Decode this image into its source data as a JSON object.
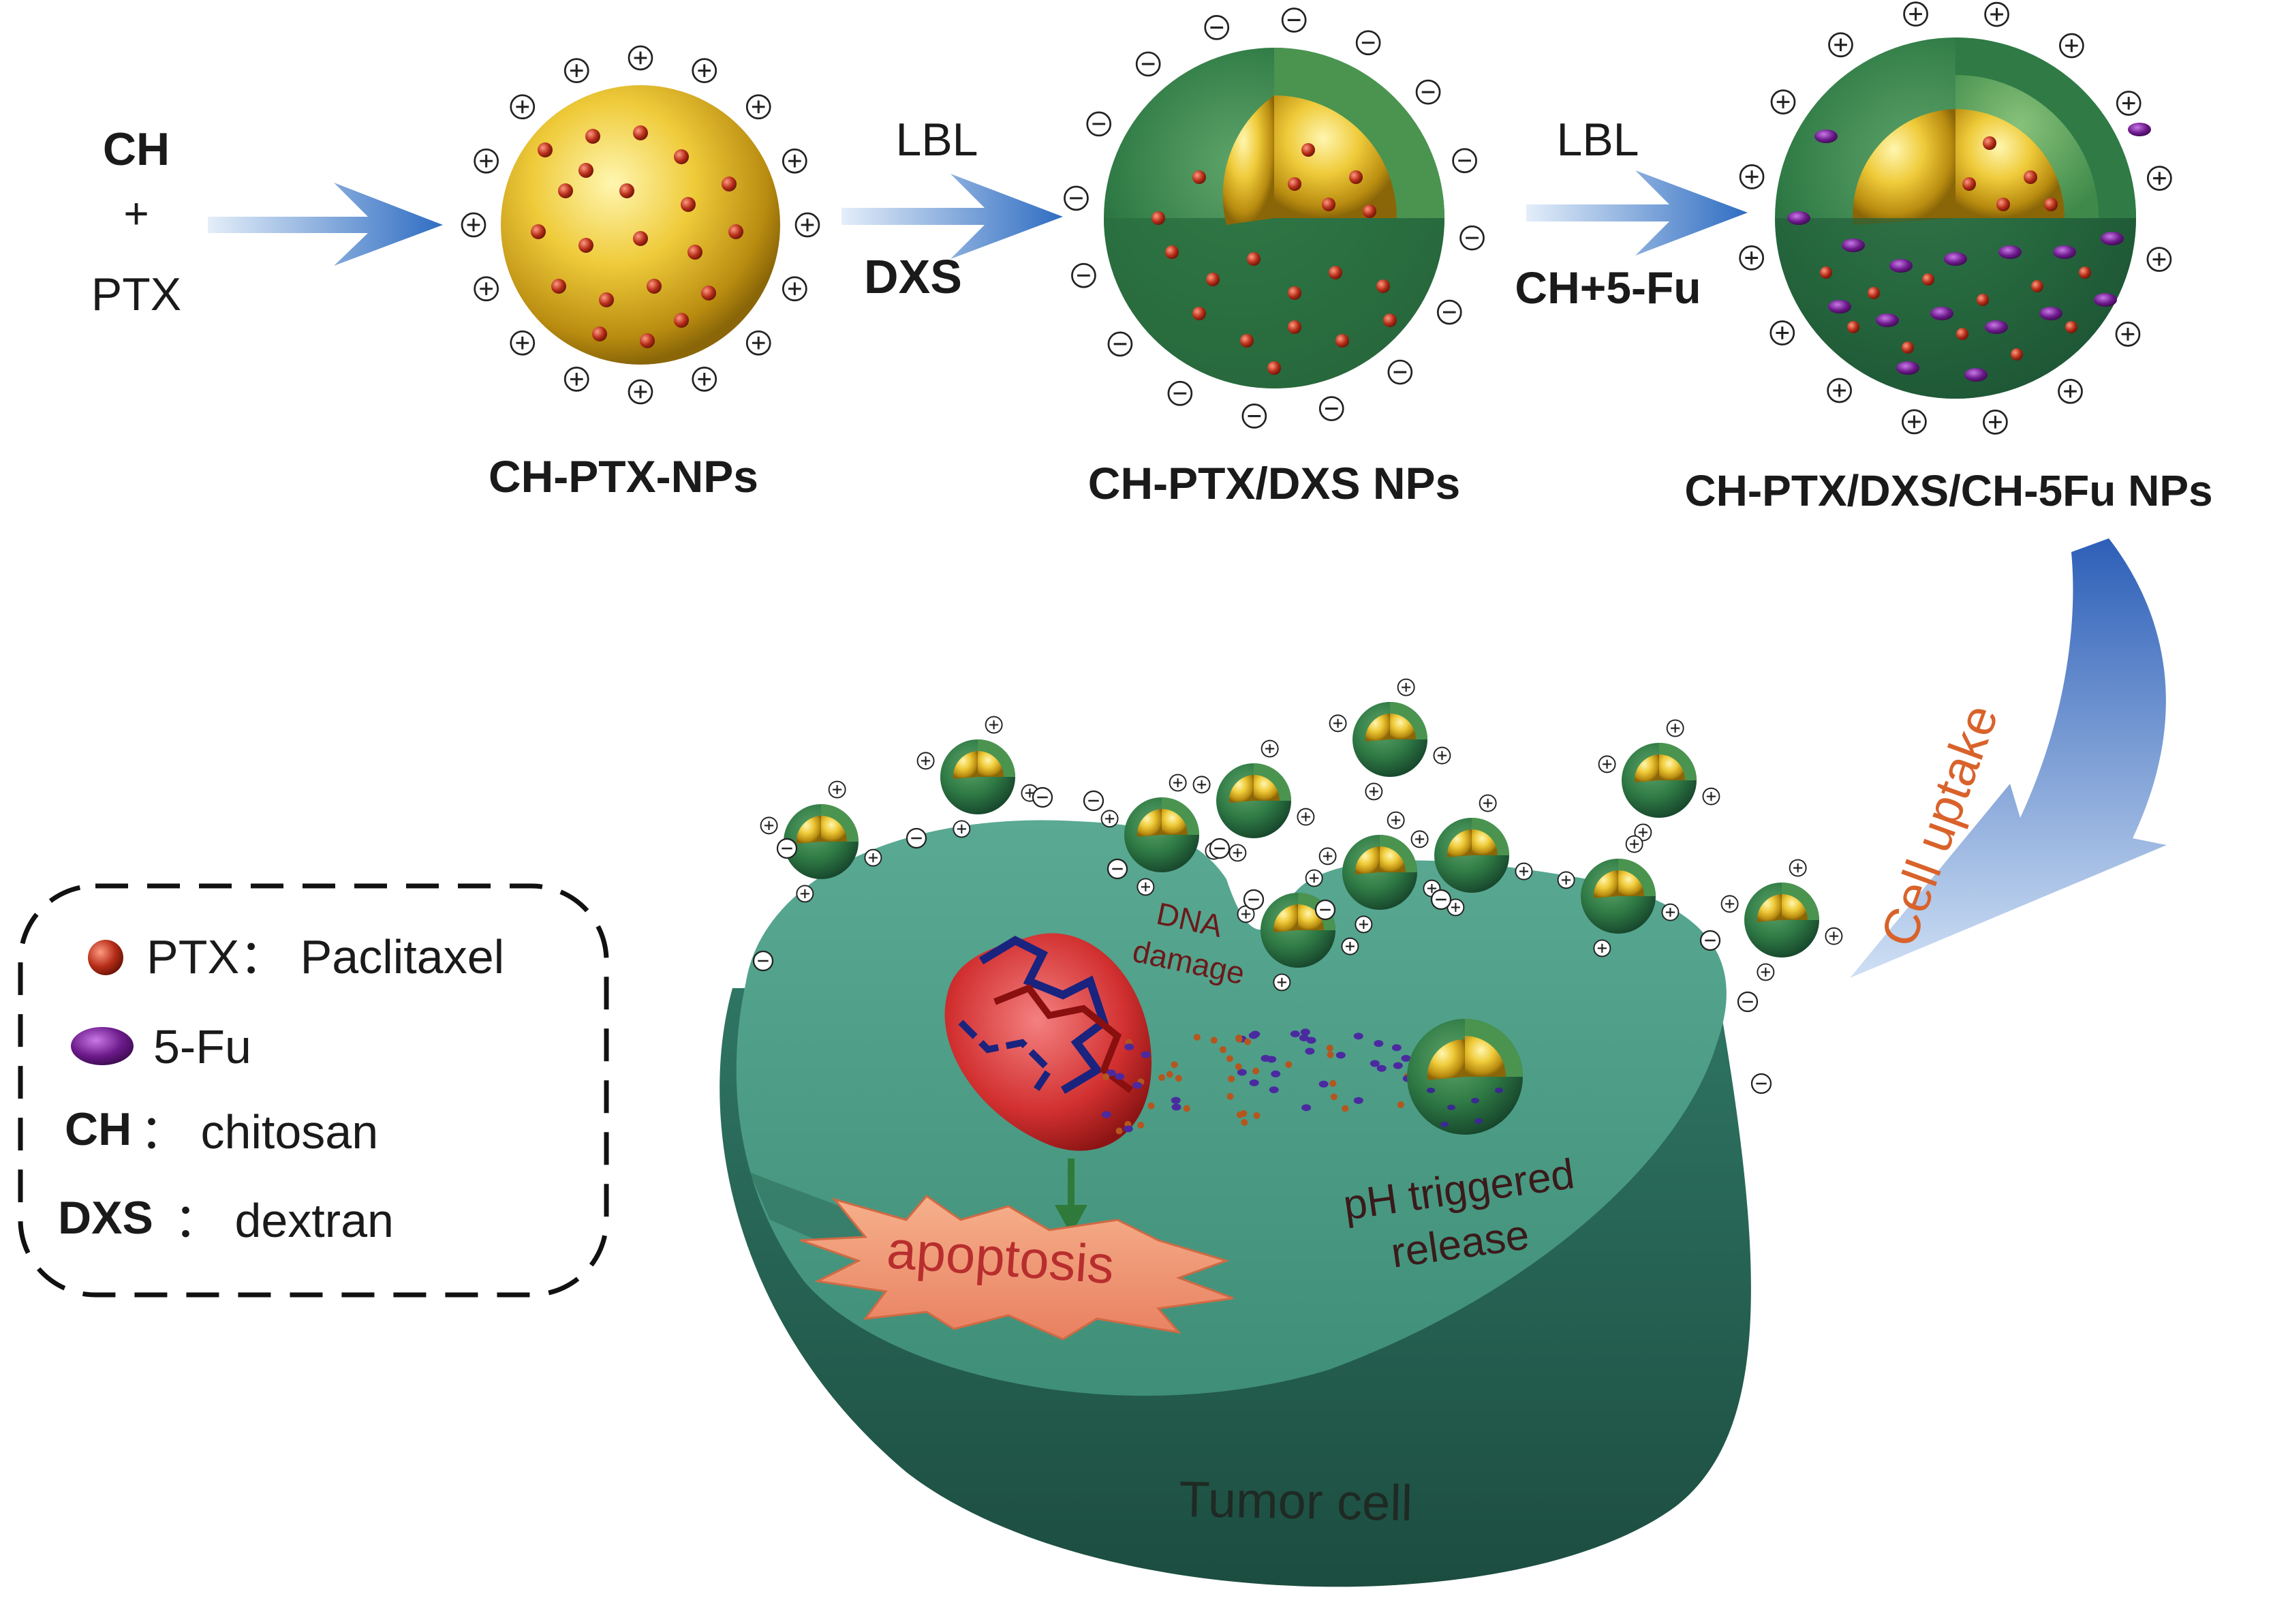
{
  "reactants": {
    "ch": "CH",
    "plus": "+",
    "ptx": "PTX"
  },
  "steps": {
    "lbl_1": "LBL",
    "dxs": "DXS",
    "lbl_2": "LBL",
    "ch_5fu": "CH+5-Fu"
  },
  "particles": {
    "p1_label": "CH-PTX-NPs",
    "p2_label": "CH-PTX/DXS NPs",
    "p3_label": "CH-PTX/DXS/CH-5Fu NPs"
  },
  "cell": {
    "uptake": "Cell uptake",
    "dna_damage_1": "DNA",
    "dna_damage_2": "damage",
    "ph_release_1": "pH triggered",
    "ph_release_2": "release",
    "apoptosis": "apoptosis",
    "tumor_cell": "Tumor cell"
  },
  "legend": {
    "ptx": "PTX： Paclitaxel",
    "fu": "5-Fu",
    "ch_abbr": "CH",
    "ch_desc": "： chitosan",
    "dxs_abbr": "DXS",
    "dxs_desc": "： dextran"
  },
  "colors": {
    "core_yellow": "#e8c02a",
    "shell_green": "#2f7a45",
    "cell_teal": "#4e9e88",
    "arrow_blue": "#3a78c8",
    "ptx_red": "#b52d18",
    "fu_purple": "#6b1a8a",
    "uptake_orange": "#d9622b"
  }
}
